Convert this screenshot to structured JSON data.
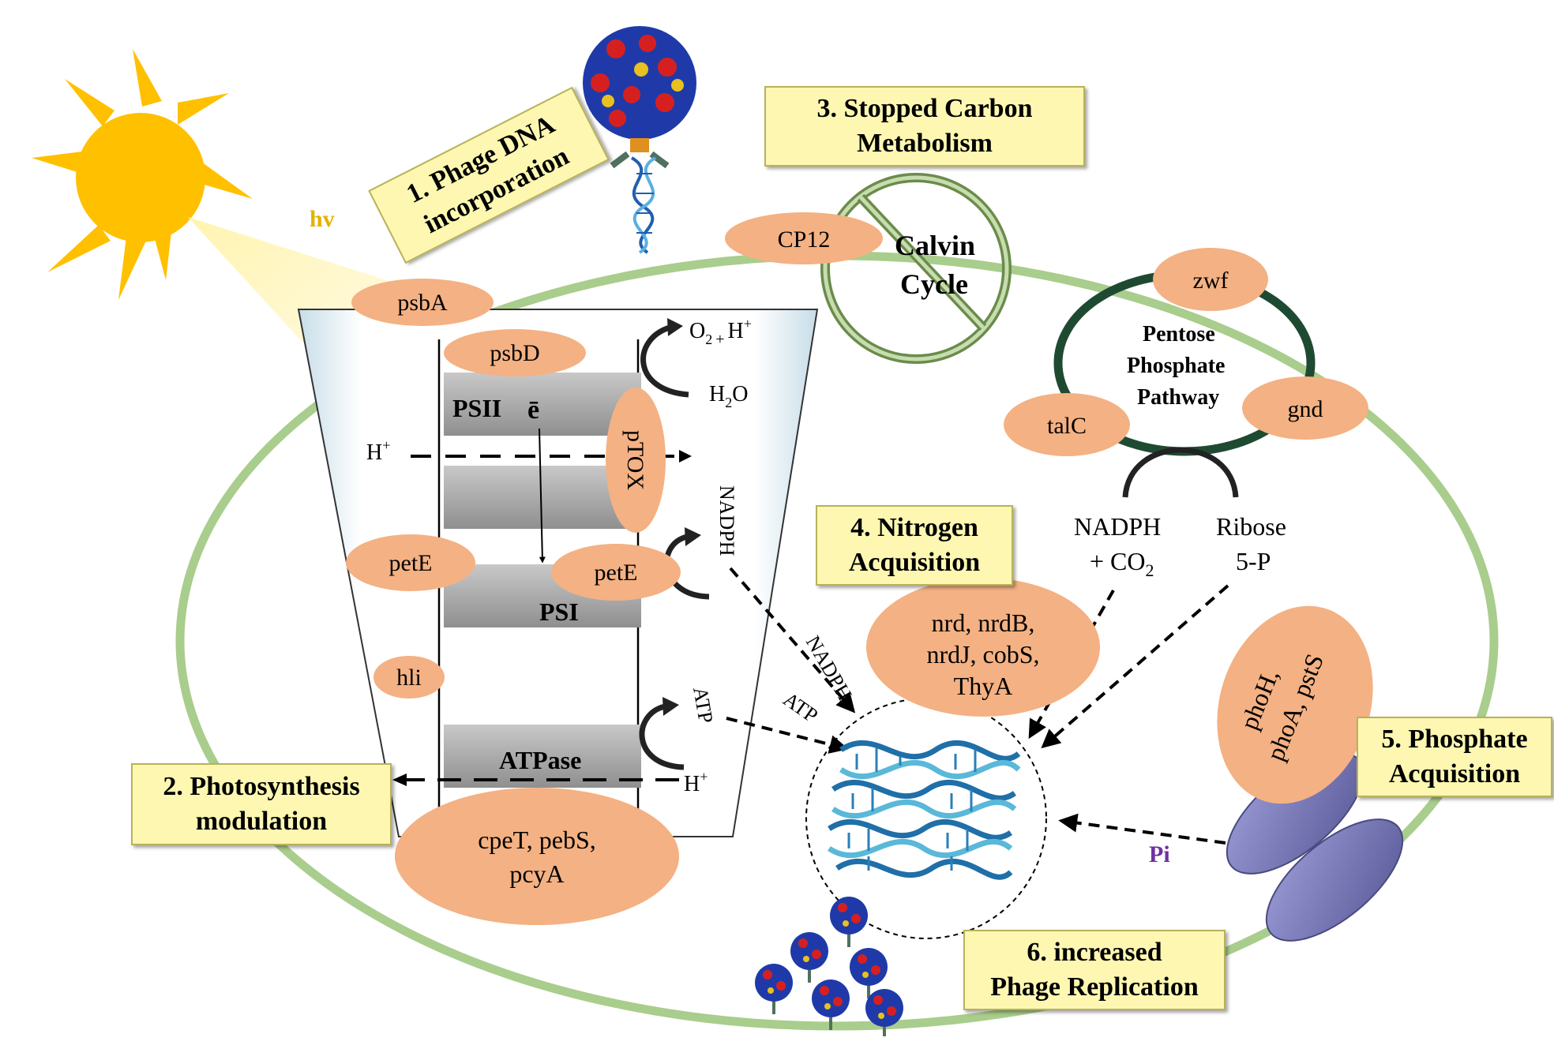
{
  "steps": {
    "step1": {
      "line1": "1. Phage DNA",
      "line2": "incorporation"
    },
    "step2": {
      "line1": "2. Photosynthesis",
      "line2": "modulation"
    },
    "step3": {
      "line1": "3. Stopped Carbon",
      "line2": "Metabolism"
    },
    "step4": {
      "line1": "4. Nitrogen",
      "line2": "Acquisition"
    },
    "step5": {
      "line1": "5. Phosphate",
      "line2": "Acquisition"
    },
    "step6": {
      "line1": "6. increased",
      "line2": "Phage Replication"
    }
  },
  "light": {
    "hv": "hv"
  },
  "genes": {
    "psbA": "psbA",
    "psbD": "psbD",
    "pTOX": "pTOX",
    "petE_left": "petE",
    "petE_right": "petE",
    "hli": "hli",
    "cpe_line1": "cpeT, pebS,",
    "cpe_line2": "pcyA",
    "cp12": "CP12",
    "zwf": "zwf",
    "talC": "talC",
    "gnd": "gnd",
    "nrd_line1": "nrd, nrdB,",
    "nrd_line2": "nrdJ, cobS,",
    "nrd_line3": "ThyA",
    "pho_line1": "phoH,",
    "pho_line2": "phoA, pstS"
  },
  "complexes": {
    "psii": "PSII",
    "electron": "ē",
    "psi": "PSI",
    "atpase": "ATPase"
  },
  "chem": {
    "o2": "O",
    "o2_sub": "2",
    "o2_plus": "+",
    "h_plus_top": "H",
    "h2o_h": "H",
    "h2o_sub": "2",
    "h2o_o": "O",
    "h_left": "H",
    "nadph_1": "NADPH",
    "nadph_2": "NADPH",
    "atp_1": "ATP",
    "atp_2": "ATP",
    "h_bottom": "H",
    "plus": "+",
    "nadph_co2_line1": "NADPH",
    "nadph_co2_line2": "+ CO",
    "co2_sub": "2",
    "ribose_line1": "Ribose",
    "ribose_line2": "5-P",
    "pi": "Pi"
  },
  "cycles": {
    "calvin_line1": "Calvin",
    "calvin_line2": "Cycle",
    "ppp_line1": "Pentose",
    "ppp_line2": "Phosphate",
    "ppp_line3": "Pathway"
  },
  "colors": {
    "cell_membrane": "#a9cd8c",
    "gene_oval": "#f4b183",
    "label_box": "#fdf7b2",
    "complex_gray": "#a6a6a6",
    "sun": "#ffc000",
    "hv_text": "#e2b200",
    "pi_text": "#7030a0",
    "transporter": "#7b7bb8"
  }
}
